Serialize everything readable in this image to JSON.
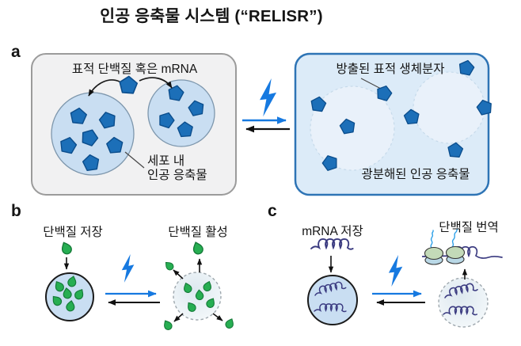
{
  "title": "인공 응축물 시스템 (“RELISR”)",
  "panel_a": {
    "label": "a",
    "intact_box": {
      "top_label": "표적 단백질 혹은 mRNA",
      "callout_line1": "세포 내",
      "callout_line2": "인공 응축물"
    },
    "dissolved_box": {
      "top_label": "방출된 표적 생체분자",
      "bottom_label": "광분해된 인공 응축물"
    }
  },
  "panel_b": {
    "label": "b",
    "left_label": "단백질 저장",
    "right_label": "단백질 활성"
  },
  "panel_c": {
    "label": "c",
    "left_label": "mRNA 저장",
    "right_label": "단백질 번역"
  },
  "icons": {
    "lightning": "lightning-bolt-icon",
    "target_biomolecule": "blue-pentagon-icon",
    "protein": "green-droplet-icon",
    "mrna": "hairpin-squiggle-icon",
    "ribosome": "two-subunit-ribosome-icon",
    "forward_reaction": "blue-right-arrow",
    "reverse_reaction": "black-left-arrow"
  },
  "colors": {
    "pentagon_fill": "#1c6fb8",
    "pentagon_stroke": "#0b4d8c",
    "condensate_fill": "#c9def2",
    "intact_box_fill": "#f1f1f2",
    "intact_box_border": "#9b9b9b",
    "dissolved_box_fill": "#dcebf8",
    "dissolved_box_border": "#2e74b5",
    "lightning_blue": "#1679e0",
    "protein_green": "#27ae52",
    "protein_green_stroke": "#157a38",
    "mrna_navy": "#3a3a80",
    "reverse_arrow": "#111111"
  }
}
